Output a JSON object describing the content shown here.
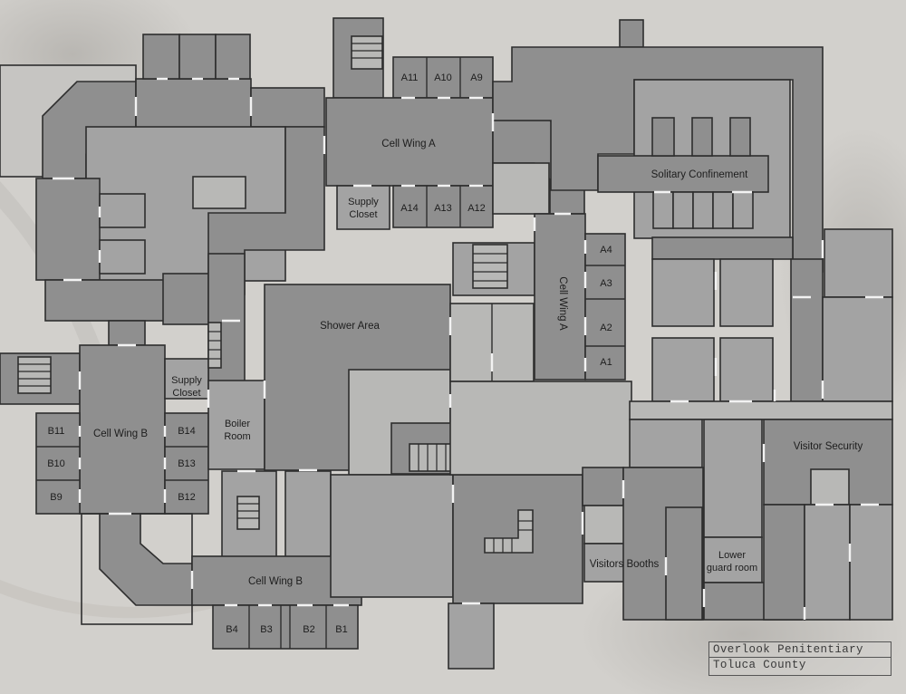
{
  "map": {
    "title": "Overlook Penitentiary",
    "subtitle": "Toluca County",
    "colors": {
      "paper": "#cfcdc9",
      "wall": "#2e2e2e",
      "room_dark": "#8f8f8f",
      "room_mid": "#a3a3a3",
      "door": "#f2f2f2"
    },
    "labels": {
      "cell_wing_a_top": "Cell Wing A",
      "cell_wing_a_side": "Cell Wing A",
      "cell_wing_b_left": "Cell Wing B",
      "cell_wing_b_bottom": "Cell Wing B",
      "solitary": "Solitary Confinement",
      "shower": "Shower Area",
      "supply_a": [
        "Supply",
        "Closet"
      ],
      "supply_b": [
        "Supply",
        "Closet"
      ],
      "boiler": [
        "Boiler",
        "Room"
      ],
      "visitor_security": "Visitor Security",
      "visitors_booths": "Visitors Booths",
      "lower_guard": [
        "Lower",
        "guard room"
      ]
    },
    "cells_a_top": [
      "A11",
      "A10",
      "A9"
    ],
    "cells_a_bottom": [
      "A14",
      "A13",
      "A12"
    ],
    "cells_a_side": [
      "A4",
      "A3",
      "A2",
      "A1"
    ],
    "cells_b_side": [
      "B11",
      "B10",
      "B9"
    ],
    "cells_b_inner": [
      "B14",
      "B13",
      "B12"
    ],
    "cells_b_bottom": [
      "B4",
      "B3",
      "B2",
      "B1"
    ]
  }
}
